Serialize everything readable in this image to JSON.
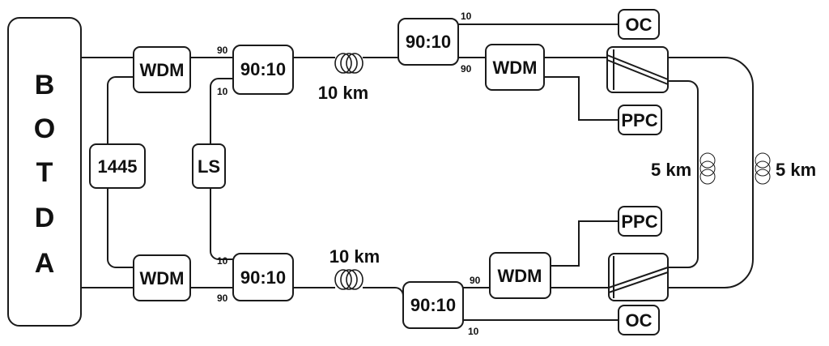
{
  "botda": {
    "letters": [
      "B",
      "O",
      "T",
      "D",
      "A"
    ]
  },
  "top": {
    "wdm_left": "WDM",
    "coupler_left": "90:10",
    "coupler_left_port_90": "90",
    "coupler_left_port_10": "10",
    "fiber_label": "10 km",
    "coupler_right": "90:10",
    "coupler_right_port_10": "10",
    "coupler_right_port_90": "90",
    "oc": "OC",
    "wdm_right": "WDM",
    "ppc": "PPC"
  },
  "middle": {
    "filter": "1445",
    "laser": "LS",
    "fiber_inner_label": "5 km",
    "fiber_outer_label": "5 km"
  },
  "bottom": {
    "wdm_left": "WDM",
    "coupler_left": "90:10",
    "coupler_left_port_10": "10",
    "coupler_left_port_90": "90",
    "fiber_label": "10 km",
    "coupler_right": "90:10",
    "coupler_right_port_90": "90",
    "coupler_right_port_10": "10",
    "oc": "OC",
    "wdm_right": "WDM",
    "ppc": "PPC"
  }
}
